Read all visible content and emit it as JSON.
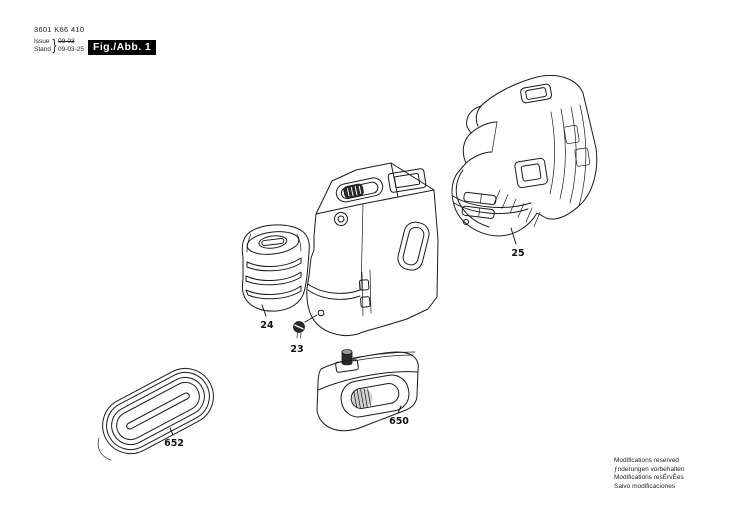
{
  "document": {
    "type_number": "3601 K66 410",
    "issue_label": "Issue",
    "stand_label": "Stand",
    "brace": "}",
    "issue_value": "09-03",
    "stand_value": "09-03-25",
    "figure_badge": "Fig./Abb. 1"
  },
  "diagram": {
    "labels": {
      "p23": "23",
      "p24": "24",
      "p25": "25",
      "p650": "650",
      "p652": "652"
    }
  },
  "footer": {
    "lines": [
      "Modifications reserved",
      "ƒnderungen vorbehalten",
      "Modifications resÉrvÉes",
      "Salvo modificaciones"
    ]
  },
  "colors": {
    "ink": "#1a1a1a",
    "background": "#ffffff",
    "badge_bg": "#000000",
    "badge_text": "#ffffff"
  }
}
